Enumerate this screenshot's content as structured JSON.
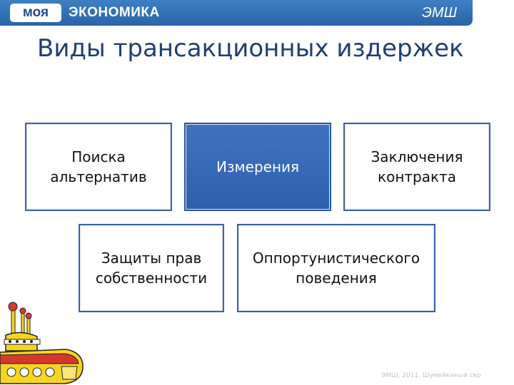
{
  "header": {
    "brand_left": "моя",
    "brand_main": "ЭКОНОМИКА",
    "brand_right": "ЭМШ"
  },
  "title": "Виды трансакционных издержек",
  "boxes": {
    "search": {
      "line1": "Поиска",
      "line2": "альтернатив"
    },
    "measurement": {
      "line1": "Измерения"
    },
    "contract": {
      "line1": "Заключения",
      "line2": "контракта"
    },
    "property": {
      "line1": "Защиты прав",
      "line2": "собственности"
    },
    "opportunism": {
      "line1": "Оппортунистического",
      "line2": "поведения"
    }
  },
  "footer": "ЭМШ, 2011. Шумейкиный скр",
  "colors": {
    "header_blue": "#2f6db5",
    "box_border": "#3a62a8",
    "highlight_box": "#3466b5",
    "title_color": "#1f3f73",
    "submarine_yellow": "#f6d51f",
    "submarine_red": "#d6382f"
  },
  "icons": [
    "yellow-submarine-icon"
  ]
}
